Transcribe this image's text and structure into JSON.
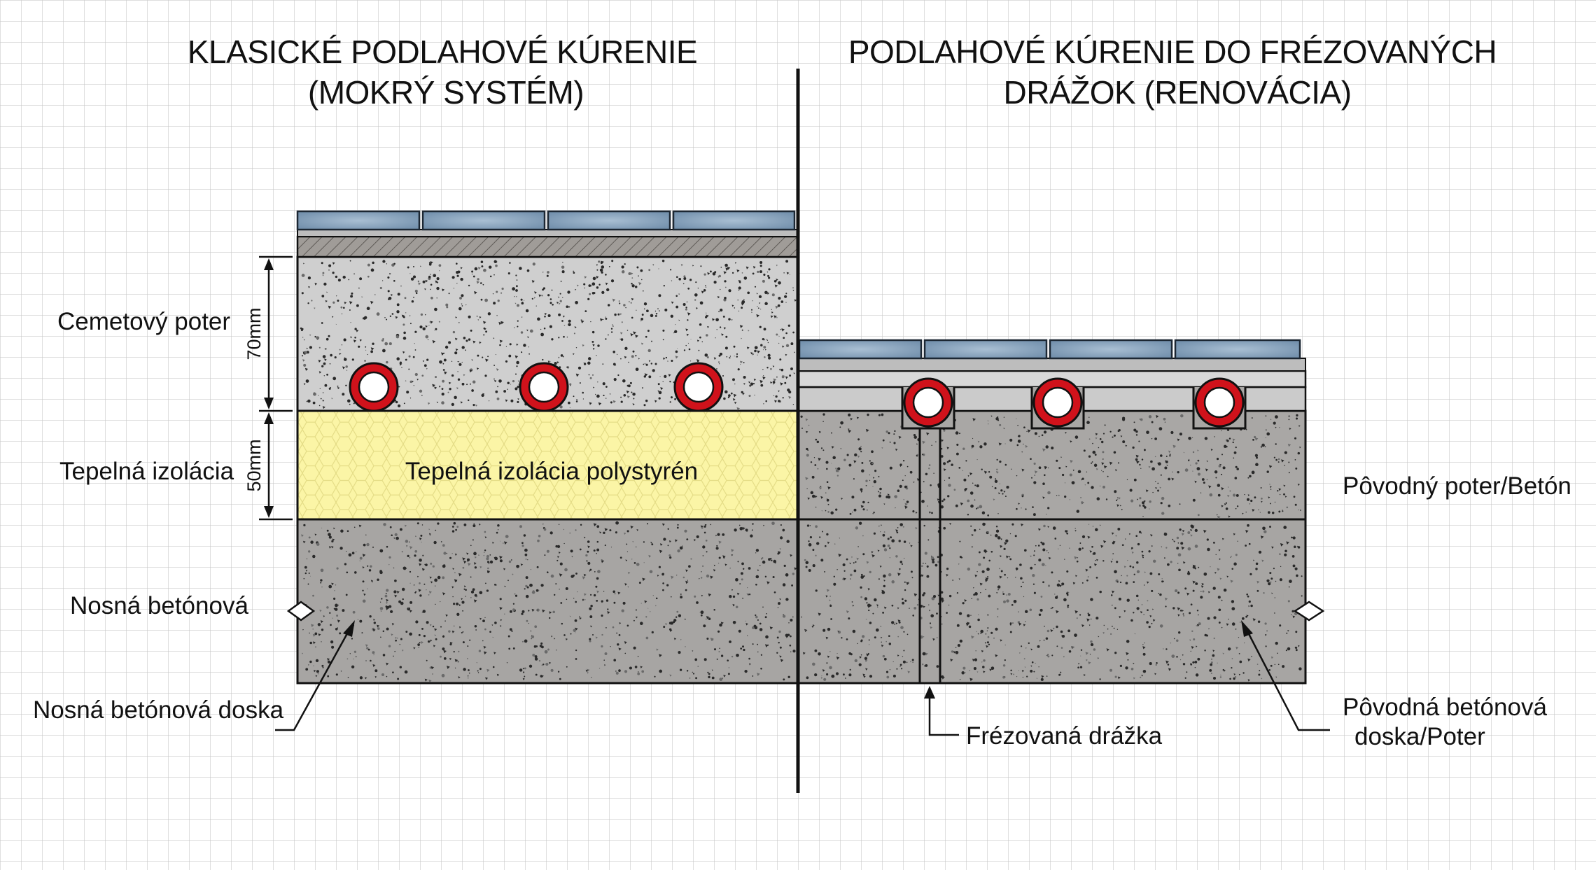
{
  "titles": {
    "left_line1": "KLASICKÉ PODLAHOVÉ KÚRENIE",
    "left_line2": "(MOKRÝ SYSTÉM)",
    "right_line1": "PODLAHOVÉ KÚRENIE DO FRÉZOVANÝCH",
    "right_line2": "DRÁŽOK (RENOVÁCIA)"
  },
  "labels": {
    "screed": "Cemetový poter",
    "insulation": "Tepelná izolácia",
    "insulation_inner": "Tepelná izolácia polystyrén",
    "slab_side": "Nosná betónová",
    "slab_leader": "Nosná betónová doska",
    "original_screed": "Pôvodný poter/Betón",
    "milled_groove": "Frézovaná drážka",
    "original_slab_line1": "Pôvodná betónová",
    "original_slab_line2": "doska/Poter"
  },
  "dimensions": {
    "screed": "70mm",
    "insulation": "50mm"
  },
  "colors": {
    "tile": "#7f9ab5",
    "screed": "#cfcfcf",
    "slab": "#a7a5a3",
    "insulation": "#fbf5a6",
    "pipe": "#d0121b",
    "grid": "#c9c9c9"
  }
}
